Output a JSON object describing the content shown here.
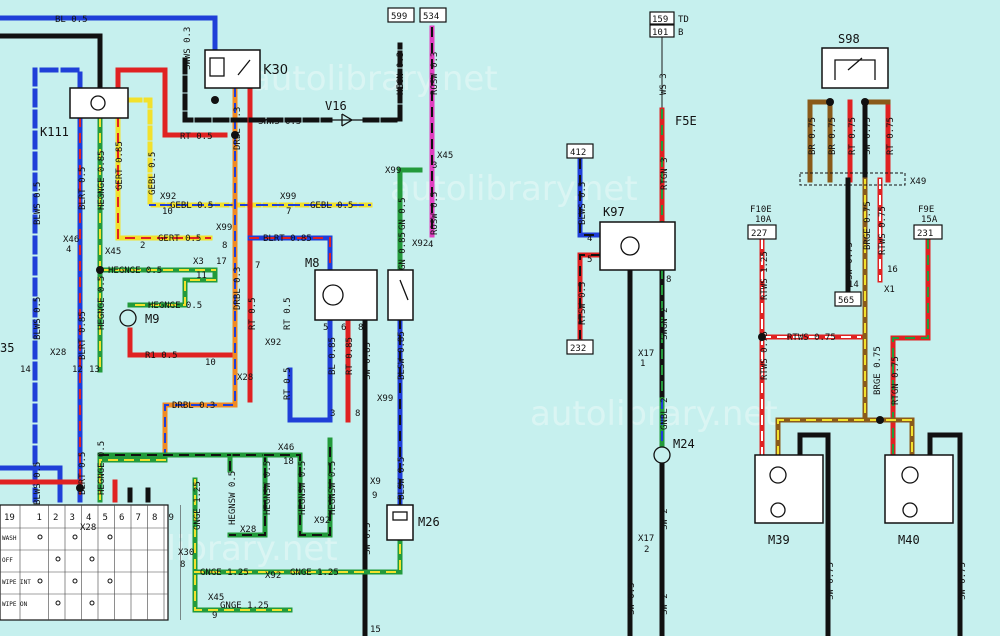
{
  "colors": {
    "background": "#c6f0ee",
    "blue": "#1f3fd8",
    "black": "#111111",
    "red": "#e02222",
    "yellow": "#f2e12c",
    "green": "#239a3b",
    "orange": "#f08a24",
    "brown": "#8a5a1a",
    "pink": "#e040c0",
    "gray": "#8a8a8a"
  },
  "components": {
    "k30": "K30",
    "k111": "K111",
    "v16": "V16",
    "m8": "M8",
    "m9": "M9",
    "m26": "M26",
    "k97": "K97",
    "f5e": "F5E",
    "m24": "M24",
    "s98": "S98",
    "m39": "M39",
    "m40": "M40",
    "k35": "35"
  },
  "terminals": {
    "t599": "599",
    "t534": "534",
    "t159": "159",
    "t101": "101",
    "td": "TD",
    "tb": "B",
    "t412": "412",
    "t232": "232",
    "t227": "227",
    "t231": "231",
    "t565": "565"
  },
  "fuses": {
    "f10e": "F10E",
    "f10e_rating": "10A",
    "f9e": "F9E",
    "f9e_rating": "15A"
  },
  "wire_labels": {
    "bl05": "BL 0.5",
    "swws03": "SWWS 0.3",
    "hegn03": "HEGN 0.3",
    "rosw03": "ROSW 0.3",
    "ws3": "WS 3",
    "swws05": "SWWS 0.5",
    "rt05_k30": "RT 0.5",
    "gebl05_a": "GEBL 0.5",
    "gebl05_b": "GEBL 0.5",
    "gert05": "GERT 0.5",
    "blrt085": "BLRT 0.85",
    "hegnge05_a": "HEGNGE 0.5",
    "hegnge05_b": "HEGNGE 0.5",
    "r105": "R1 0.5",
    "drbl03": "DRBL 0.3",
    "rosw05": "ROSW 0.5",
    "gn05": "GN 0.5",
    "gn085": "GN 0.85",
    "blws05_a": "BLWS 0.5",
    "blws05_b": "BLWS 0.5",
    "blrt05": "BLRT 0.5",
    "blrt085_v": "BLRT 0.85",
    "hegnge085": "HEGNGE 0.85",
    "gert085": "GERT 0.85",
    "rt05_v": "RT 0.5",
    "bl085": "BL 0.85",
    "rt085": "RT 0.85",
    "sw085": "SW 0.85",
    "blsw085": "BLSW 0.85",
    "hegnsw05_a": "HEGNSW 0.5",
    "hegnsw05_b": "HEGNSW 0.5",
    "hegnsw05_c": "HEGNSW 0.5",
    "hegnsw05_d": "HEGNSW 0.5",
    "gnge125_v": "GNGE 1.25",
    "gnge125_a": "GNGE 1.25",
    "gnge125_b": "GNGE 1.25",
    "gnge125_c": "GNGE 1.25",
    "sw05_a": "SW 0.5",
    "sw05_b": "SW 0.5",
    "blsw05": "BLSW 0.5",
    "hegnge05_v": "HEGNGE 0.5",
    "blws05_k97": "BLWS 0.5",
    "rtsw05": "RTSW 0.5",
    "rtgn3": "RTGN 3",
    "swgn2": "SWGN 2",
    "gnbl2": "GNBL 2",
    "sw2_a": "SW 2",
    "sw2_b": "SW 2",
    "sw05_k97": "SW 0.5",
    "rtws125": "RTWS 1.25",
    "rtws075_a": "RTWS 0.75",
    "rtws075_b": "RTWS 0.75",
    "rtws075_c": "RTWS 0.75",
    "br075_a": "BR 0.75",
    "br075_b": "BR 0.75",
    "rt075_a": "RT 0.75",
    "sw075_a": "SW 0.75",
    "rt075_b": "RT 0.75",
    "sw075_b": "SW 0.75",
    "rtws075_d": "RTWS 0.75",
    "brge075_a": "BRGE 0.75",
    "brge075_b": "BRGE 0.75",
    "rtgn075": "RTGN 0.75",
    "sw075_m39": "SW 0.75",
    "sw075_m40": "SW 0.75",
    "sw075_s98": "SW 0.75"
  },
  "connectors": {
    "x92": "X92",
    "x99": "X99",
    "x46": "X46",
    "x45": "X45",
    "x3": "X3",
    "x28": "X28",
    "x17": "X17",
    "x49": "X49",
    "x1": "X1",
    "x30": "X30",
    "x9": "X9"
  },
  "pins": {
    "p10": "10",
    "p8": "8",
    "p7": "7",
    "p2": "2",
    "p4": "4",
    "p13": "13",
    "p11": "11",
    "p3": "3",
    "p17": "17",
    "p16": "16",
    "p14": "14",
    "p12": "12",
    "p1": "1",
    "p6": "6",
    "p5": "5",
    "p9": "9",
    "p18": "18",
    "p15": "15"
  },
  "switch_table": {
    "columns": [
      "19",
      "1",
      "2",
      "3",
      "4",
      "5",
      "6",
      "7",
      "8",
      "9"
    ],
    "rows": [
      "WASH",
      "OFF",
      "WIPE INT",
      "WIPE ON"
    ]
  },
  "watermarks": [
    "autolibrary.net",
    "autolibrary.net",
    "autolibrary.net",
    "autolibrary.net"
  ]
}
